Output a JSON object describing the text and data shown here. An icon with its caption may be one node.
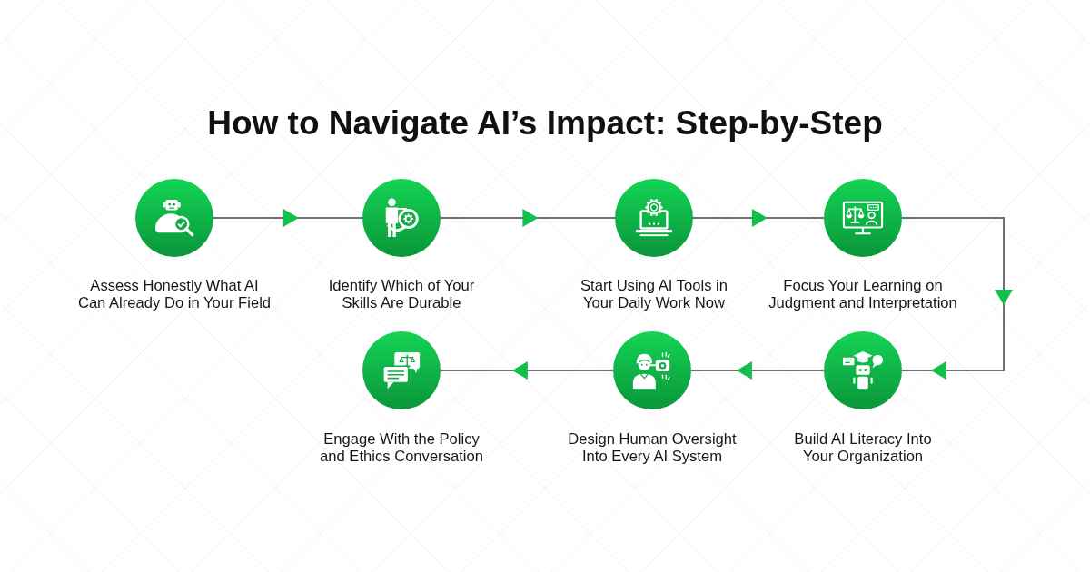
{
  "diagram": {
    "title": "How to Navigate AI’s Impact: Step-by-Step",
    "nodes": [
      {
        "text": [],
        "shape": "circle",
        "beside": [
          "Assess Honestly What AI Can Already Do in Your Field"
        ]
      },
      {
        "text": [],
        "shape": "circle",
        "beside": [
          "Identify Which of Your Skills Are Durable"
        ]
      },
      {
        "text": [],
        "shape": "circle",
        "beside": [
          "Start Using AI Tools in Your Daily Work Now"
        ]
      },
      {
        "text": [],
        "shape": "circle",
        "beside": [
          "Focus Your Learning on Judgment and Interpretation"
        ]
      },
      {
        "text": [],
        "shape": "circle",
        "beside": [
          "Build AI Literacy Into Your Organization"
        ]
      },
      {
        "text": [],
        "shape": "circle",
        "beside": [
          "Design Human Oversight Into Every AI System"
        ]
      },
      {
        "text": [],
        "shape": "circle",
        "beside": [
          "Engage With the Policy and Ethics Conversation"
        ]
      }
    ],
    "edges": [
      {
        "from": 0,
        "to": 1,
        "arrow": "to"
      },
      {
        "from": 1,
        "to": 2,
        "arrow": "to"
      },
      {
        "from": 2,
        "to": 3,
        "arrow": "to"
      },
      {
        "from": 3,
        "to": 4,
        "arrow": "to"
      },
      {
        "from": 4,
        "to": 5,
        "arrow": "to"
      },
      {
        "from": 5,
        "to": 6,
        "arrow": "to"
      }
    ]
  }
}
